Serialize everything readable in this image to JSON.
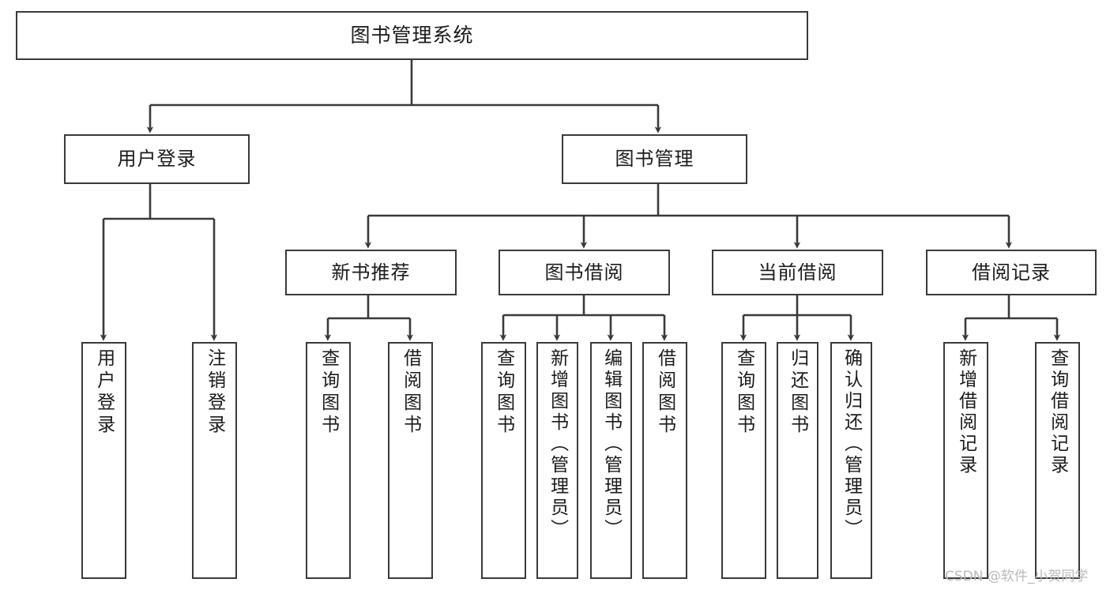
{
  "diagram": {
    "title": "图书管理系统",
    "type": "tree-hierarchy-chart",
    "colors": {
      "box_border": "#3a3a3a",
      "box_fill": "#ffffff",
      "edge": "#3a3a3a",
      "text": "#1b1b1b",
      "watermark": "#b9b9b9",
      "background": "#ffffff"
    },
    "root": {
      "id": "root",
      "label": "图书管理系统"
    },
    "level2": [
      {
        "id": "user-login",
        "label": "用户登录"
      },
      {
        "id": "book-management",
        "label": "图书管理"
      }
    ],
    "level3": [
      {
        "id": "new-book-recommend",
        "label": "新书推荐"
      },
      {
        "id": "book-borrow",
        "label": "图书借阅"
      },
      {
        "id": "current-borrow",
        "label": "当前借阅"
      },
      {
        "id": "borrow-record",
        "label": "借阅记录"
      }
    ],
    "leaves": {
      "user_login": [
        {
          "id": "leaf-user-login",
          "label": "用户登录"
        },
        {
          "id": "leaf-logout",
          "label": "注销登录"
        }
      ],
      "new_book_recommend": [
        {
          "id": "leaf-query-book-1",
          "label": "查询图书"
        },
        {
          "id": "leaf-borrow-book-1",
          "label": "借阅图书"
        }
      ],
      "book_borrow": [
        {
          "id": "leaf-query-book-2",
          "label": "查询图书"
        },
        {
          "id": "leaf-add-book",
          "label": "新增图书（管理员）"
        },
        {
          "id": "leaf-edit-book",
          "label": "编辑图书（管理员）"
        },
        {
          "id": "leaf-borrow-book-2",
          "label": "借阅图书"
        }
      ],
      "current_borrow": [
        {
          "id": "leaf-query-book-3",
          "label": "查询图书"
        },
        {
          "id": "leaf-return-book",
          "label": "归还图书"
        },
        {
          "id": "leaf-confirm-return",
          "label": "确认归还（管理员）"
        }
      ],
      "borrow_record": [
        {
          "id": "leaf-add-record",
          "label": "新增借阅记录"
        },
        {
          "id": "leaf-query-record",
          "label": "查询借阅记录"
        }
      ]
    }
  },
  "watermark": {
    "text": "CSDN @软件_小贺同学"
  }
}
